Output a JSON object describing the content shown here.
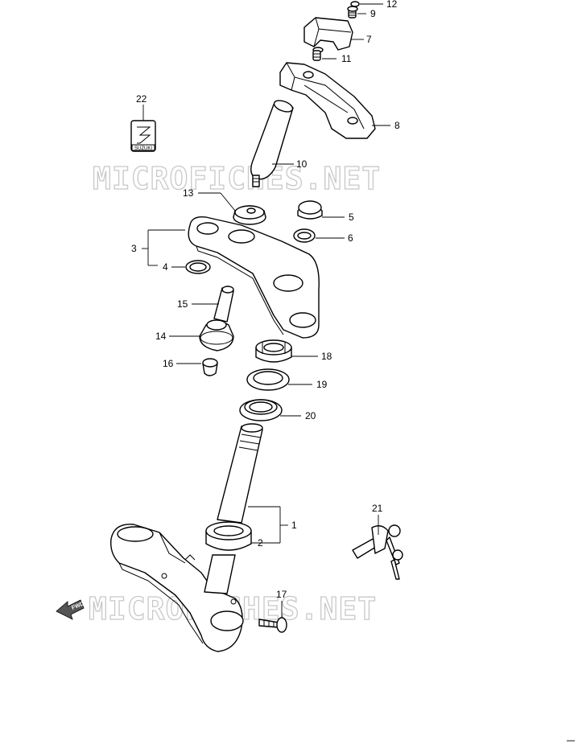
{
  "watermark": "MICROFICHES.NET",
  "fwd_label": "FWD",
  "logo_text": "SUZUKI",
  "callouts": {
    "c1": "1",
    "c2": "2",
    "c3": "3",
    "c4": "4",
    "c5": "5",
    "c6": "6",
    "c7": "7",
    "c8": "8",
    "c9": "9",
    "c10": "10",
    "c11": "11",
    "c12": "12",
    "c13": "13",
    "c14": "14",
    "c15": "15",
    "c16": "16",
    "c17": "17",
    "c18": "18",
    "c19": "19",
    "c20": "20",
    "c21": "21",
    "c22": "22"
  }
}
